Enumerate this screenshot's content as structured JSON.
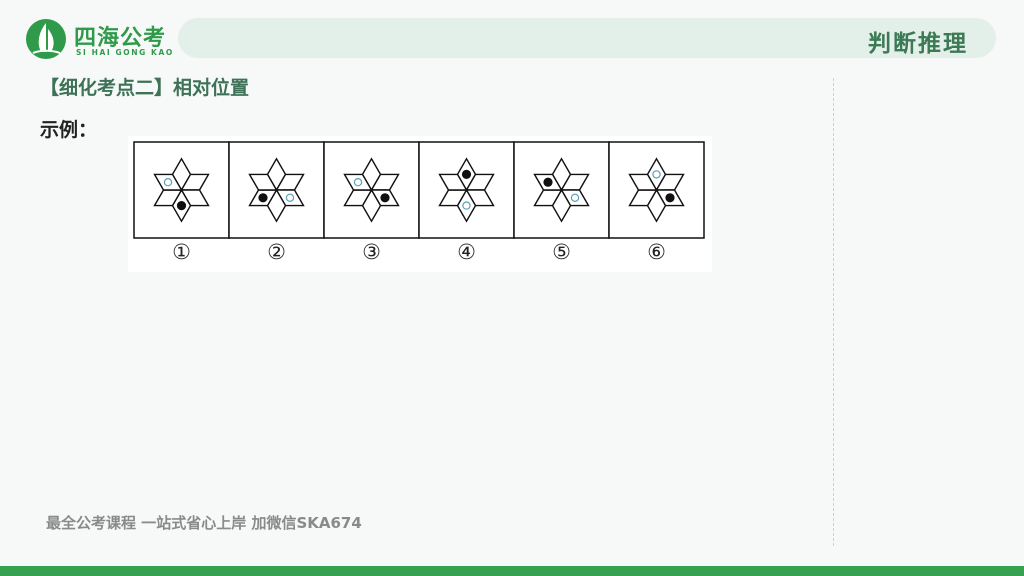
{
  "header": {
    "logo_cn": "四海公考",
    "logo_en": "SI HAI GONG KAO",
    "section_title": "判断推理"
  },
  "content": {
    "topic": "【细化考点二】相对位置",
    "example_label": "示例：",
    "figures": [
      {
        "label": "①",
        "filled_dot": "bottom",
        "hollow_dot": "upper-left"
      },
      {
        "label": "②",
        "filled_dot": "lower-left",
        "hollow_dot": "lower-right"
      },
      {
        "label": "③",
        "filled_dot": "lower-right",
        "hollow_dot": "upper-left"
      },
      {
        "label": "④",
        "filled_dot": "top",
        "hollow_dot": "bottom"
      },
      {
        "label": "⑤",
        "filled_dot": "upper-left",
        "hollow_dot": "lower-right"
      },
      {
        "label": "⑥",
        "filled_dot": "lower-right",
        "hollow_dot": "top"
      }
    ]
  },
  "footer": {
    "ad_text": "最全公考课程 一站式省心上岸 加微信SKA674"
  },
  "colors": {
    "brand_green": "#2f9a49",
    "header_pill": "#e3efe9",
    "bottom_bar": "#36a150"
  }
}
